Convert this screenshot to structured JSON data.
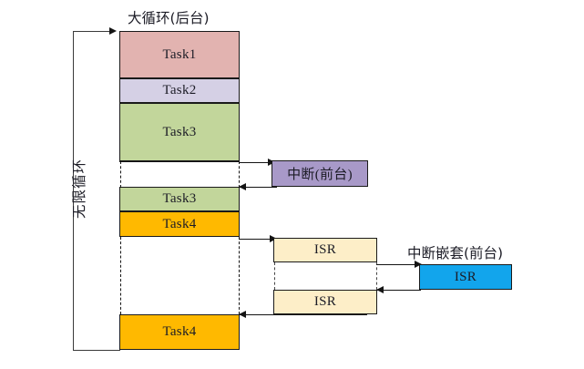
{
  "diagram": {
    "title_main": "大循环(后台)",
    "title_interrupt": "中断嵌套(前台)",
    "loop_label": "无限循环",
    "bottom_caption": "",
    "colors": {
      "task1": "#e2b3b0",
      "task2": "#d5d0e5",
      "task3": "#c2d69b",
      "task4": "#ffb900",
      "interrupt": "#a899c8",
      "isr": "#fdeec8",
      "isr_nested": "#12a5ec",
      "stroke": "#141414"
    },
    "main_column_blocks": [
      {
        "label": "Task1",
        "color_key": "task1"
      },
      {
        "label": "Task2",
        "color_key": "task2"
      },
      {
        "label": "Task3",
        "color_key": "task3"
      },
      {
        "label": "Task3",
        "color_key": "task3"
      },
      {
        "label": "Task4",
        "color_key": "task4"
      },
      {
        "label": "Task4",
        "color_key": "task4"
      }
    ],
    "interrupt_box": {
      "label": "中断(前台)",
      "color_key": "interrupt"
    },
    "isr_boxes": [
      {
        "label": "ISR",
        "color_key": "isr"
      },
      {
        "label": "ISR",
        "color_key": "isr"
      }
    ],
    "isr_nested_box": {
      "label": "ISR",
      "color_key": "isr_nested"
    }
  }
}
